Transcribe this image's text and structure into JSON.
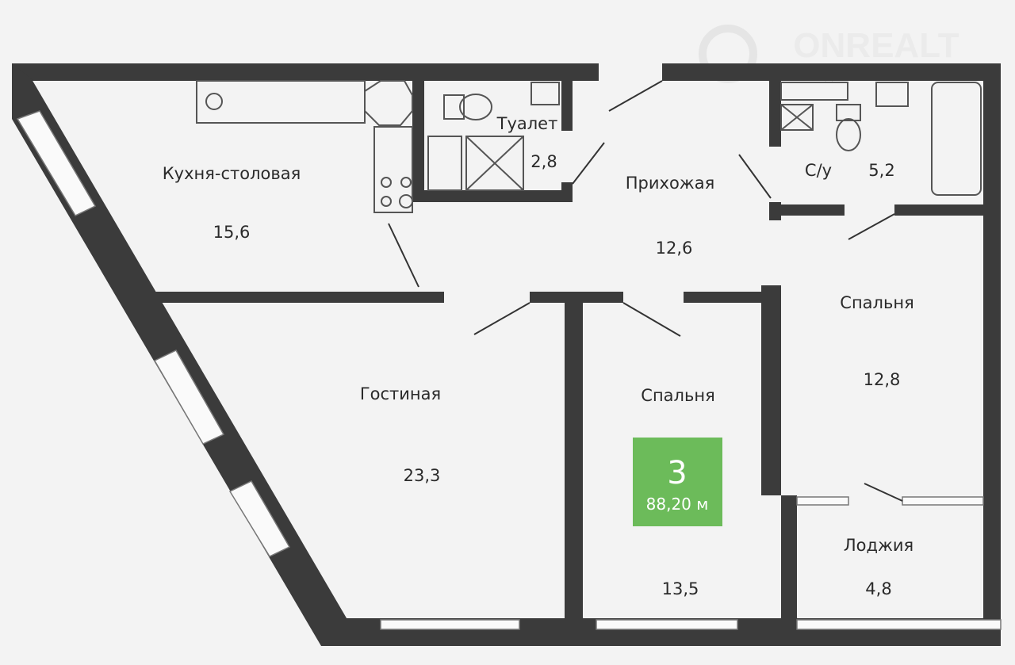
{
  "watermark": {
    "brand": "ONREALT",
    "subtitle": "НЕДВИЖИМОСТЬ"
  },
  "rooms": [
    {
      "name": "Кухня-столовая",
      "area": "15,6"
    },
    {
      "name": "Туалет",
      "area": "2,8"
    },
    {
      "name": "Прихожая",
      "area": "12,6"
    },
    {
      "name": "С/у",
      "area": "5,2"
    },
    {
      "name": "Спальня",
      "area": "12,8"
    },
    {
      "name": "Гостиная",
      "area": "23,3"
    },
    {
      "name": "Спальня",
      "area": "13,5"
    },
    {
      "name": "Лоджия",
      "area": "4,8"
    }
  ],
  "badge": {
    "rooms": "3",
    "total_area": "88,20 м",
    "color": "#6cbb5a"
  },
  "colors": {
    "wall": "#3b3b3b",
    "background": "#f3f3f3"
  }
}
